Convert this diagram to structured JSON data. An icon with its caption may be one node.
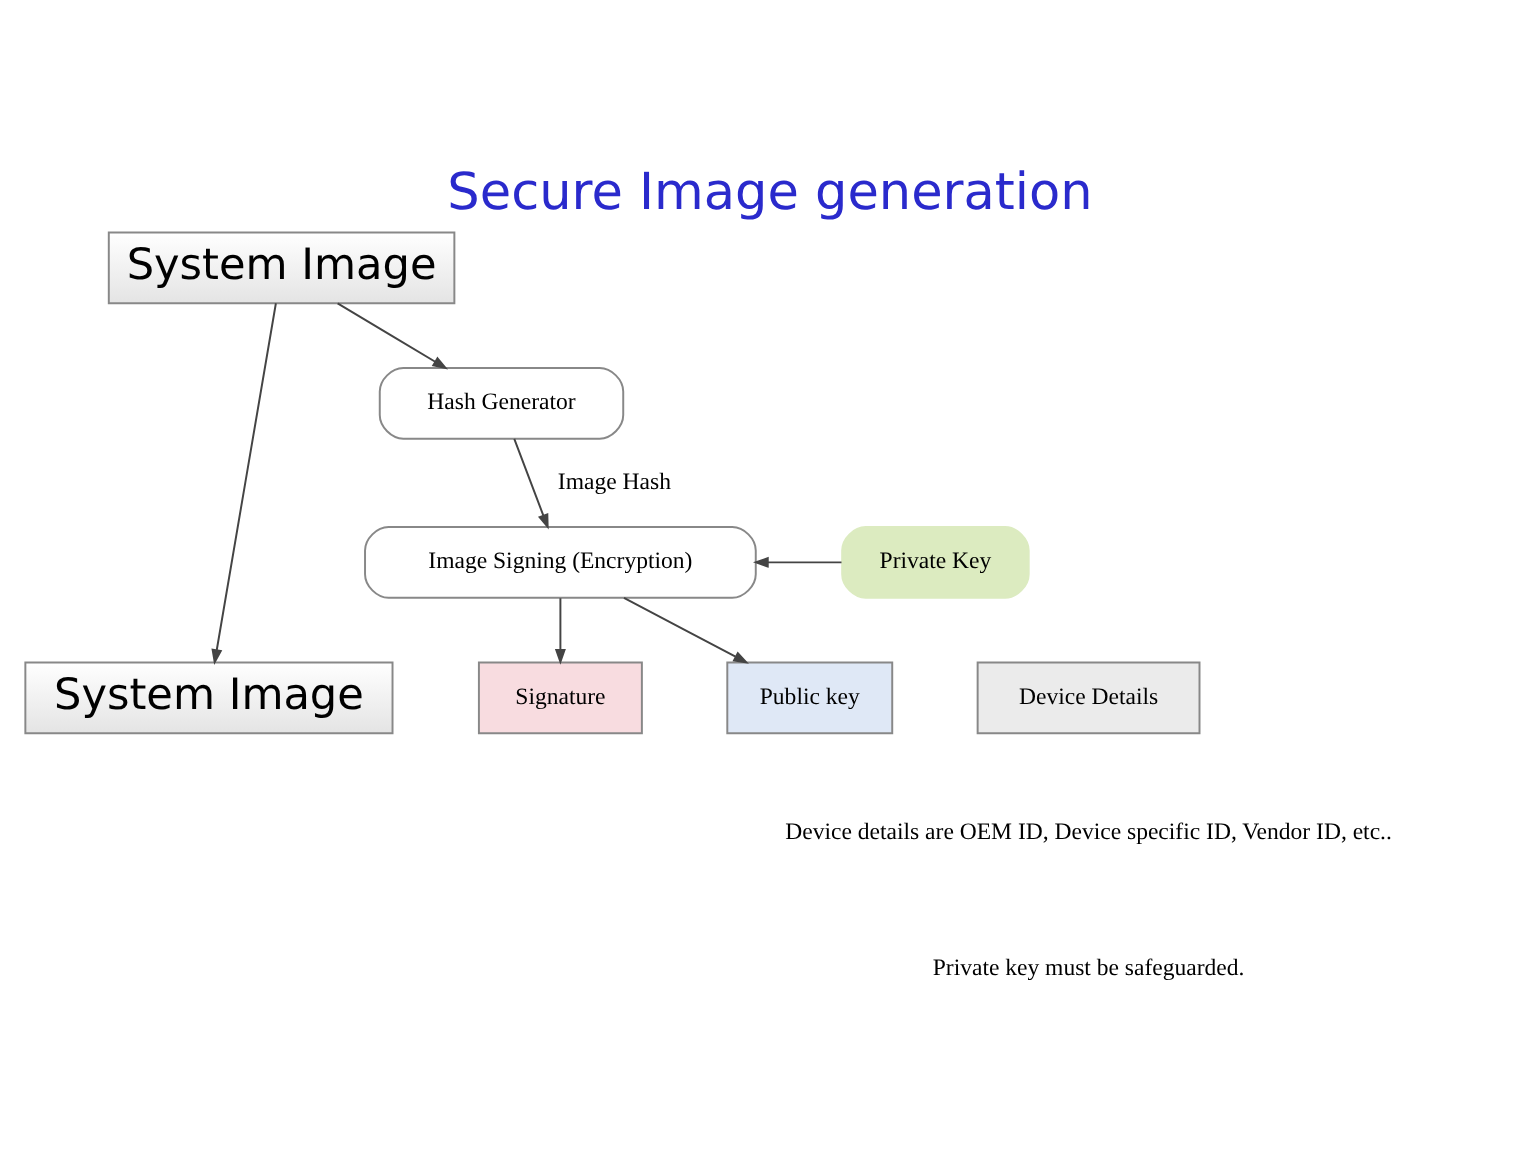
{
  "diagram": {
    "title": "Secure Image generation",
    "nodes": [
      {
        "text": [
          "System Image"
        ]
      },
      {
        "text": [
          "Hash Generator"
        ]
      },
      {
        "text": [
          "Image Signing (Encryption)"
        ]
      },
      {
        "text": [
          "Private Key"
        ]
      },
      {
        "text": [
          "System Image"
        ]
      },
      {
        "text": [
          "Signature"
        ]
      },
      {
        "text": [
          "Public key"
        ]
      },
      {
        "text": [
          "Device Details"
        ]
      }
    ],
    "edges": [
      {
        "from": 0,
        "to": 1,
        "arrow": "to"
      },
      {
        "from": 1,
        "to": 2,
        "arrow": "to",
        "label": "Image Hash"
      },
      {
        "from": 3,
        "to": 2,
        "arrow": "to"
      },
      {
        "from": 0,
        "to": 4,
        "arrow": "to"
      },
      {
        "from": 2,
        "to": 5,
        "arrow": "to"
      },
      {
        "from": 2,
        "to": 6,
        "arrow": "to"
      }
    ],
    "labels": [
      "Device details are OEM ID, Device specific ID, Vendor ID, etc..",
      "Private key must be safeguarded."
    ]
  }
}
